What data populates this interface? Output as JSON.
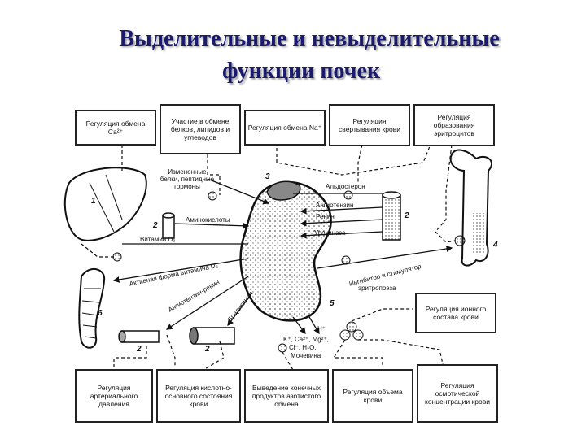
{
  "title": {
    "line1": "Выделительные и невыделительные",
    "line2": "функции почек"
  },
  "top_boxes": {
    "ca": "Регуляция обмена Ca²⁺",
    "protein": "Участие в обмене белков, липидов и углеводов",
    "na": "Регуляция обмена Na⁺",
    "coag": "Регуляция свертывания крови",
    "erythro": "Регуляция образования эритроцитов"
  },
  "bottom_boxes": {
    "pressure": "Регуляция артериального давления",
    "acidbase": "Регуляция кислотно-основного состояния крови",
    "excretion": "Выведение конечных продуктов азотистого обмена",
    "volume": "Регуляция объема крови",
    "osmotic": "Регуляция осмотической концентрации крови"
  },
  "right_box": "Регуляция ионного состава крови",
  "labels": {
    "modified": "Измененные белки, пептидные гормоны",
    "amino": "Аминокислоты",
    "vitd3": "Витамин D₃",
    "active_vitd": "Активная форма витамина D₃",
    "angio_renin": "Ангиотензин-ренин",
    "bradykinin": "Брадикинин",
    "aldosterone": "Альдостерон",
    "angiotensin": "Ангиотензин",
    "renin": "Ренин",
    "urokinase": "Урокиназа",
    "inhibitor": "Ингибитор и стимулятор",
    "erythropoiesis": "эритропоэза",
    "ions": "K⁺, Ca²⁺, Mg²⁺,",
    "ions2": "Cl⁻, H₂O,",
    "urea": "Мочевина",
    "hplus": "H⁺"
  },
  "numbers": {
    "n1": "1",
    "n2a": "2",
    "n2b": "2",
    "n2c": "2",
    "n2d": "2",
    "n3": "3",
    "n4": "4",
    "n5": "5",
    "n6": "6"
  }
}
